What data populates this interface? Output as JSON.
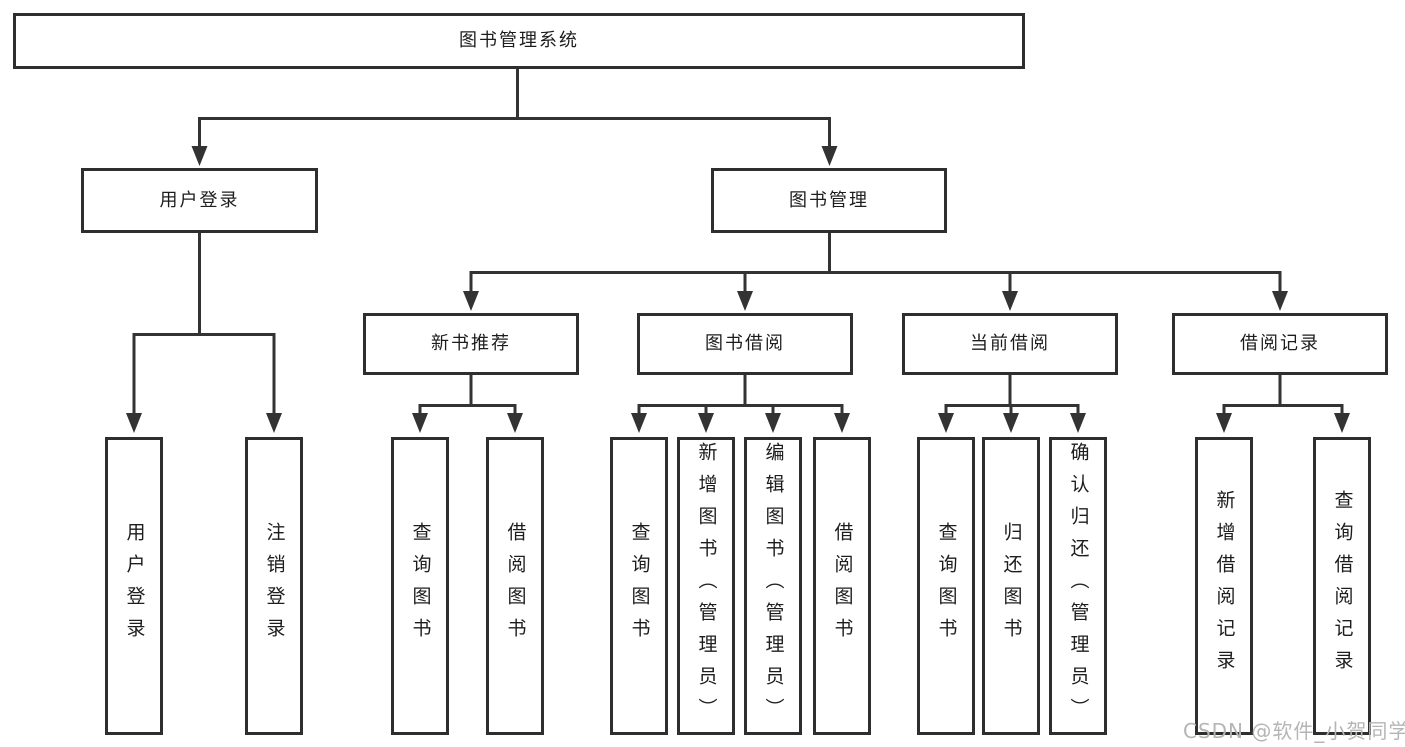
{
  "diagram_type": "hierarchy-tree",
  "colors": {
    "background": "#ffffff",
    "line": "#333333",
    "box_border": "#2e2e2e",
    "text": "#1d1d1d",
    "watermark": "#b5b5b5"
  },
  "tree": {
    "root": {
      "label": "图书管理系统"
    },
    "user_login": {
      "label": "用户登录",
      "children": [
        {
          "label": "用户登录"
        },
        {
          "label": "注销登录"
        }
      ]
    },
    "book_management": {
      "label": "图书管理",
      "children": [
        {
          "label": "新书推荐",
          "children": [
            {
              "label": "查询图书"
            },
            {
              "label": "借阅图书"
            }
          ]
        },
        {
          "label": "图书借阅",
          "children": [
            {
              "label": "查询图书"
            },
            {
              "label": "新增图书（管理员）"
            },
            {
              "label": "编辑图书（管理员）"
            },
            {
              "label": "借阅图书"
            }
          ]
        },
        {
          "label": "当前借阅",
          "children": [
            {
              "label": "查询图书"
            },
            {
              "label": "归还图书"
            },
            {
              "label": "确认归还（管理员）"
            }
          ]
        },
        {
          "label": "借阅记录",
          "children": [
            {
              "label": "新增借阅记录"
            },
            {
              "label": "查询借阅记录"
            }
          ]
        }
      ]
    }
  },
  "watermark": {
    "text": "CSDN @软件_小贺同学"
  }
}
